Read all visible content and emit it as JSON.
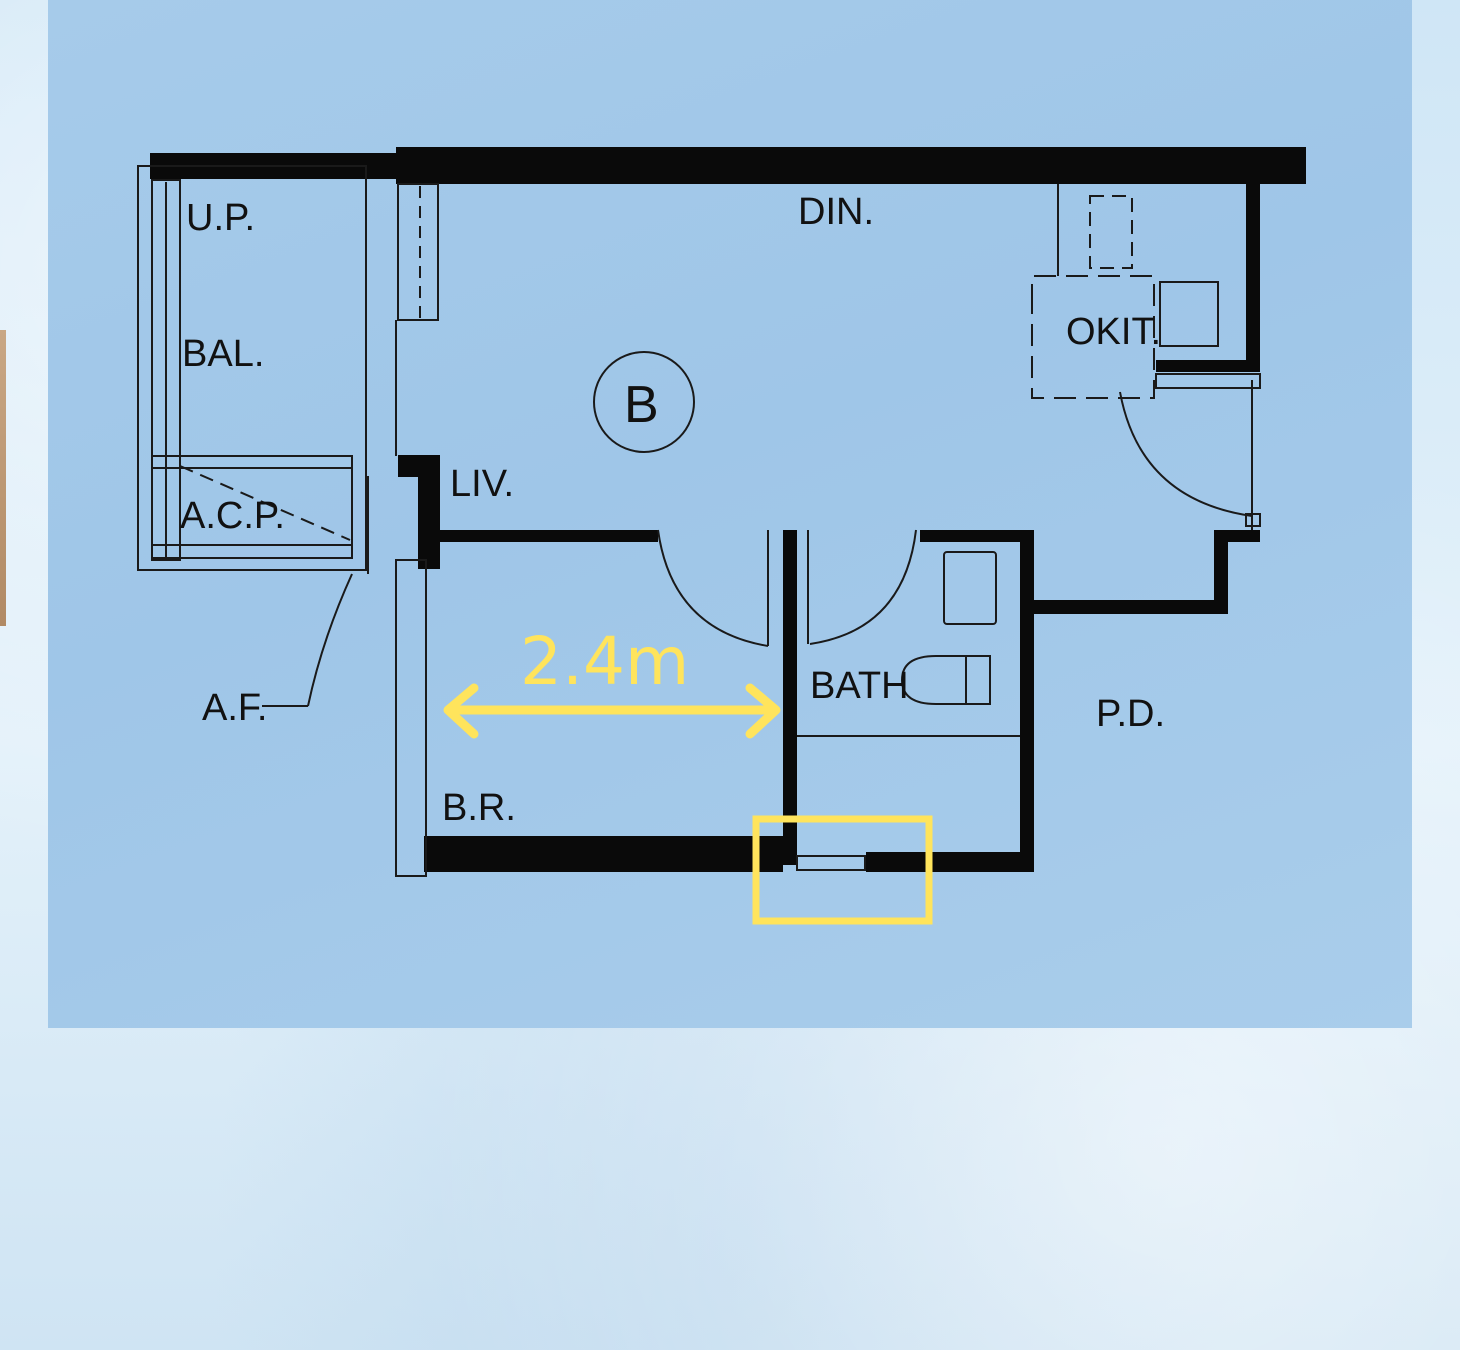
{
  "labels": {
    "up": "U.P.",
    "din": "DIN.",
    "bal": "BAL.",
    "okit": "OKIT.",
    "unit": "B",
    "liv": "LIV.",
    "acp": "A.C.P.",
    "af": "A.F.",
    "bath": "BATH",
    "pd": "P.D.",
    "br": "B.R."
  },
  "dimension": "2.4m",
  "colors": {
    "wall": "#0a0a0a",
    "line": "#1a1a1a",
    "highlight": "#ffe45c",
    "panel": "#a3c9ea"
  }
}
